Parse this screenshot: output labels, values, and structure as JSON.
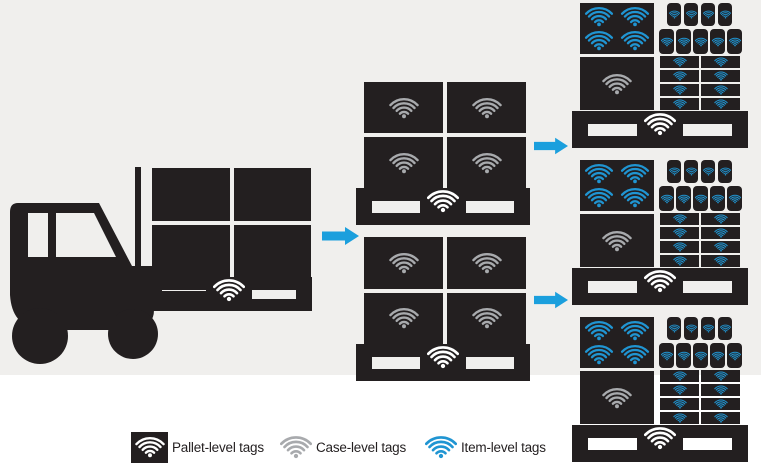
{
  "colors": {
    "background": "#f0efed",
    "ink": "#231f20",
    "case_gray": "#a8aaad",
    "item_blue": "#2095d2",
    "arrow_blue": "#1b9fdd",
    "white": "#ffffff"
  },
  "legend": {
    "items": [
      {
        "id": "pallet-level",
        "label": "Pallet-level tags",
        "icon": "wifi-white-on-black"
      },
      {
        "id": "case-level",
        "label": "Case-level tags",
        "icon": "wifi-gray"
      },
      {
        "id": "item-level",
        "label": "Item-level tags",
        "icon": "wifi-blue"
      }
    ]
  },
  "diagram": {
    "flow_arrows": 3,
    "stage1_forklift_pallet": {
      "cases": 4,
      "pallet_tags": 1,
      "case_tags": 0,
      "item_tags": 0
    },
    "stage2_case_level_pallets": {
      "pallet_count": 2,
      "cases_per_pallet": 4,
      "case_tags_per_pallet": 4,
      "pallet_tags_per_pallet": 1
    },
    "stage3_item_level_pallets": {
      "pallet_count": 3,
      "open_case_item_tags": 4,
      "tagged_cans_row1": 4,
      "tagged_cans_row2": 5,
      "tagged_item_boxes": 8,
      "case_tags_per_pallet": 1,
      "pallet_tags_per_pallet": 1
    }
  }
}
